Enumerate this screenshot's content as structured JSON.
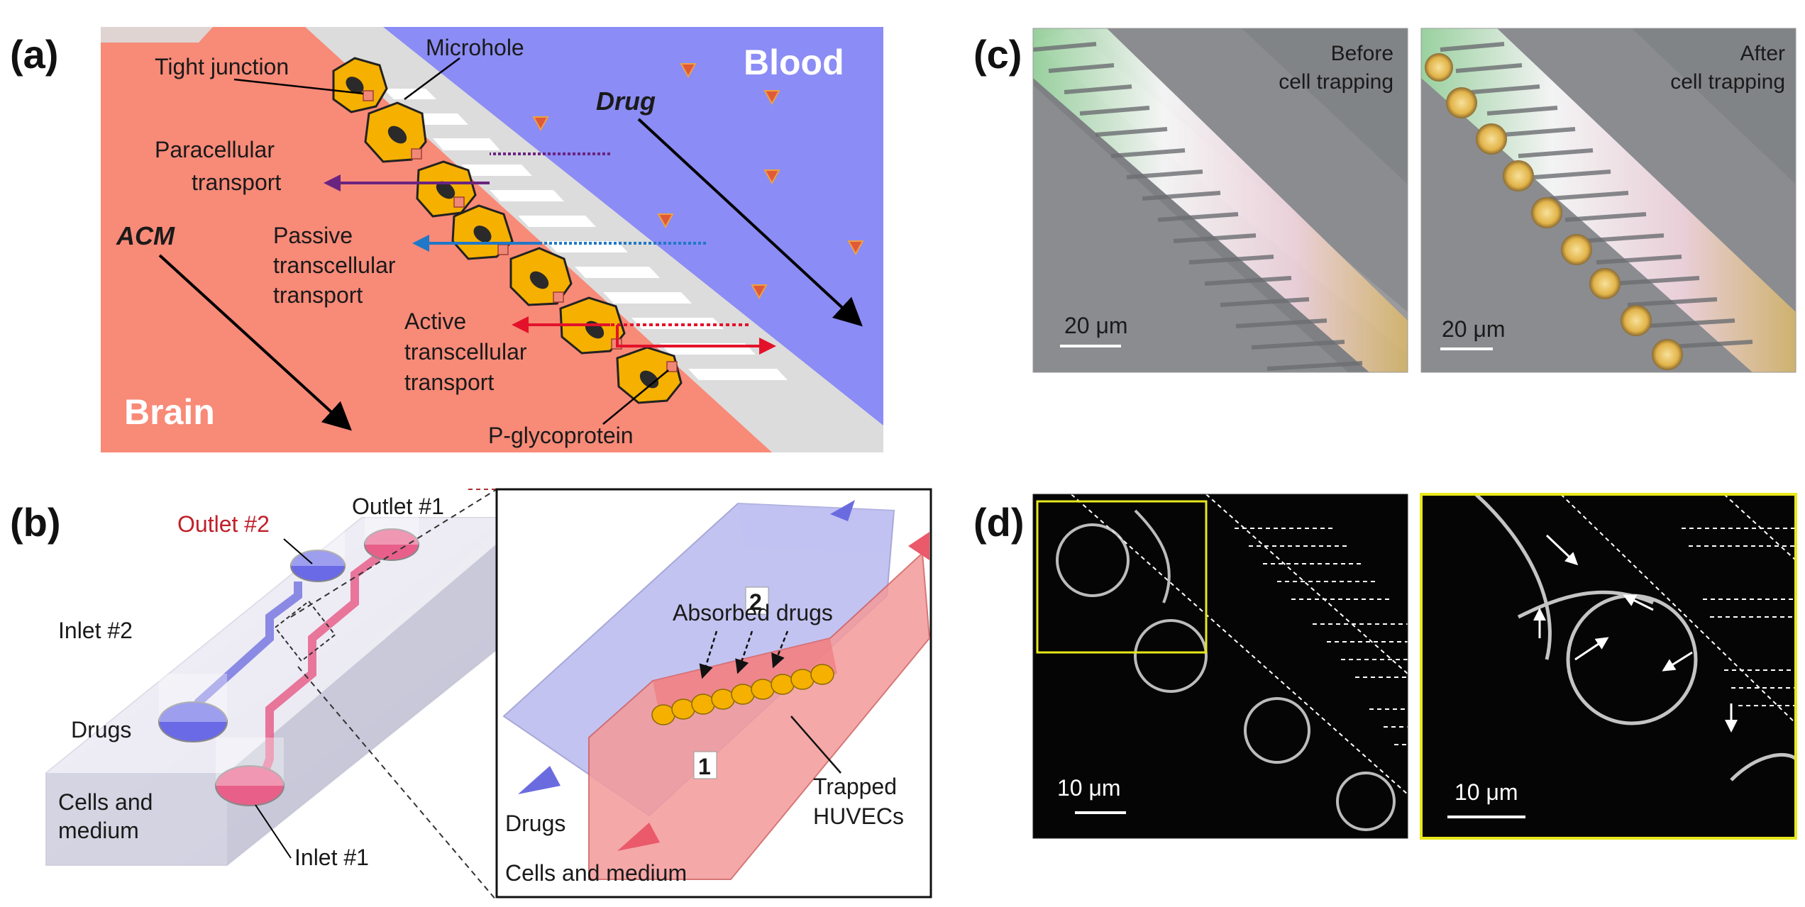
{
  "panels": {
    "a": {
      "letter": "(a)",
      "labels": {
        "tight_junction": "Tight junction",
        "microhole": "Microhole",
        "blood": "Blood",
        "drug": "Drug",
        "paracellular_1": "Paracellular",
        "paracellular_2": "transport",
        "acm": "ACM",
        "passive_1": "Passive",
        "passive_2": "transcellular",
        "passive_3": "transport",
        "active_1": "Active",
        "active_2": "transcellular",
        "active_3": "transport",
        "brain": "Brain",
        "pgp": "P-glycoprotein"
      },
      "colors": {
        "brain": "#f88a78",
        "blood": "#8b8cf5",
        "membrane": "#dcdcdc",
        "cell": "#f5b000",
        "nucleus": "#2a2a2a",
        "paracellular_arrow": "#6a2480",
        "passive_arrow": "#1f78c8",
        "active_arrow": "#e3122a"
      }
    },
    "b": {
      "letter": "(b)",
      "labels": {
        "outlet2": "Outlet #2",
        "outlet1": "Outlet #1",
        "inlet2": "Inlet #2",
        "drugs": "Drugs",
        "cells_medium_1": "Cells and",
        "cells_medium_2": "medium",
        "inlet1": "Inlet #1",
        "ch2": "2",
        "ch1": "1",
        "absorbed": "Absorbed drugs",
        "trapped_1": "Trapped",
        "trapped_2": "HUVECs",
        "zoom_drugs": "Drugs",
        "zoom_cells": "Cells and medium"
      }
    },
    "c": {
      "letter": "(c)",
      "left_caption_1": "Before",
      "left_caption_2": "cell trapping",
      "right_caption_1": "After",
      "right_caption_2": "cell trapping",
      "scale_left": "20 μm",
      "scale_right": "20 μm"
    },
    "d": {
      "letter": "(d)",
      "scale_left": "10 μm",
      "scale_right": "10 μm",
      "inset_color": "#e8e81a"
    }
  }
}
